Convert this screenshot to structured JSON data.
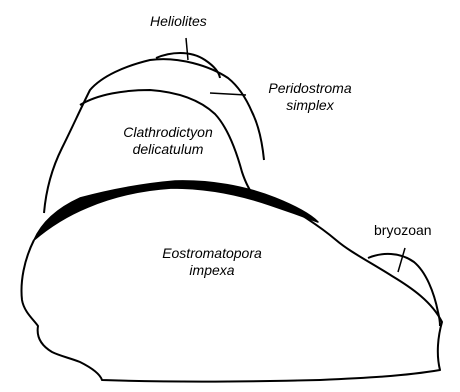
{
  "labels": {
    "heliolites": "Heliolites",
    "peridostroma_line1": "Peridostroma",
    "peridostroma_line2": "simplex",
    "clathrodictyon_line1": "Clathrodictyon",
    "clathrodictyon_line2": "delicatulum",
    "eostromatopora_line1": "Eostromatopora",
    "eostromatopora_line2": "impexa",
    "bryozoan": "bryozoan"
  },
  "colors": {
    "ink": "#000000",
    "background": "#ffffff"
  }
}
